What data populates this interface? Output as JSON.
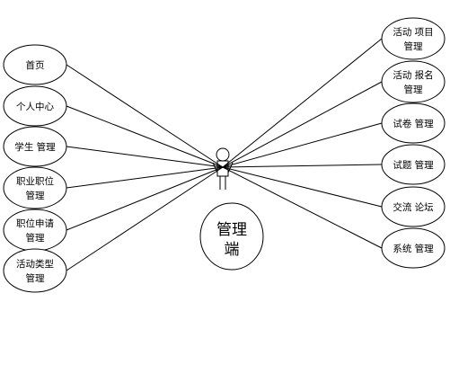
{
  "actor": {
    "lines": [
      "管理",
      "端"
    ]
  },
  "left_use_cases": [
    {
      "lines": [
        "首页"
      ]
    },
    {
      "lines": [
        "个人中心"
      ]
    },
    {
      "lines": [
        "学生 管理"
      ]
    },
    {
      "lines": [
        "职业职位",
        "管理"
      ]
    },
    {
      "lines": [
        "职位申请",
        "管理"
      ]
    },
    {
      "lines": [
        "活动类型",
        "管理"
      ]
    }
  ],
  "right_use_cases": [
    {
      "lines": [
        "活动 项目",
        "管理"
      ]
    },
    {
      "lines": [
        "活动 报名",
        "管理"
      ]
    },
    {
      "lines": [
        "试卷 管理"
      ]
    },
    {
      "lines": [
        "试题 管理"
      ]
    },
    {
      "lines": [
        "交流 论坛"
      ]
    },
    {
      "lines": [
        "系统 管理"
      ]
    }
  ]
}
